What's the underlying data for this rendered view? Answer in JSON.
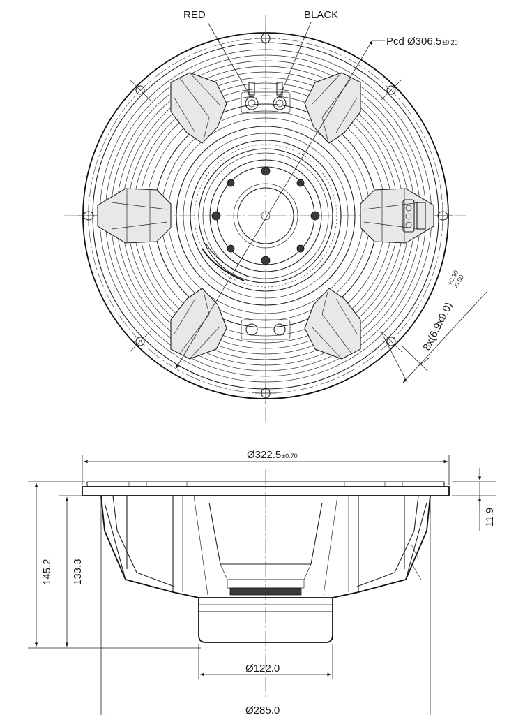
{
  "labels": {
    "red": "RED",
    "black": "BLACK",
    "pcd_main": "Pcd Ø306.5",
    "pcd_tol": "±0.20",
    "holes_main": "8x(6.9x9.0)",
    "holes_tol_plus": "+0.30",
    "holes_tol_minus": "-0.50"
  },
  "dimensions": {
    "outer_diameter": "Ø322.5",
    "outer_diameter_tol": "±0.70",
    "flange_thickness": "11.9",
    "total_height": "145.2",
    "body_height": "133.3",
    "magnet_diameter": "Ø122.0",
    "basket_diameter": "Ø285.0"
  },
  "colors": {
    "line": "#1f1f1f",
    "fill_light": "#e8e8e8",
    "fill_dark": "#3a3a3a"
  }
}
